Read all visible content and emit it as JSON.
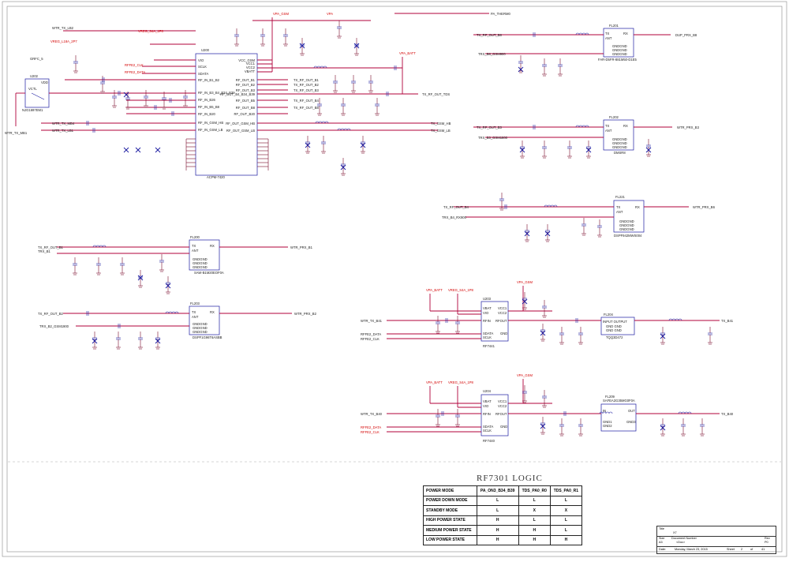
{
  "logic_title": "RF7301 LOGIC",
  "logic_table": {
    "headers": [
      "POWER MODE",
      "PA_ON3_B34_B39",
      "TDS_PA0_R0",
      "TDS_PA0_R1"
    ],
    "rows": [
      {
        "mode": "POWER DOWN MODE",
        "v1": "L",
        "v2": "L",
        "v3": "L"
      },
      {
        "mode": "STANDBY MODE",
        "v1": "L",
        "v2": "X",
        "v3": "X"
      },
      {
        "mode": "HIGH POWER STATE",
        "v1": "H",
        "v2": "L",
        "v3": "L"
      },
      {
        "mode": "MEDIUM POWER STATE",
        "v1": "H",
        "v2": "H",
        "v3": "L"
      },
      {
        "mode": "LOW POWER STATE",
        "v1": "H",
        "v2": "H",
        "v3": "H"
      }
    ]
  },
  "title_block": {
    "title_label": "Title",
    "title_value": "X7",
    "size_label": "Size",
    "size_value": "A3",
    "doc_label": "Document Number",
    "doc_value": "<Doc>",
    "rev_label": "Rev",
    "rev_value": "P0",
    "date_label": "Date:",
    "date_value": "Monday, March 23, 2015",
    "sheet_label": "Sheet",
    "sheet_value": "2",
    "of_label": "of",
    "of_value": "41"
  },
  "chips": {
    "u200": {
      "ref": "U200",
      "part": "ACPM-7420"
    },
    "u202": {
      "ref": "U202",
      "part": "NJG1697EM1"
    },
    "u203": {
      "ref": "U203",
      "part": "RF7441"
    },
    "u204": {
      "ref": "U204",
      "part": "RF7440"
    },
    "fl201": {
      "ref": "FL201",
      "part": "FAR-D5FR-881M50-D1E5"
    },
    "fl202": {
      "ref": "FL202",
      "part": "DMSR8"
    },
    "fl221": {
      "ref": "FL221",
      "part": "DSPF942MWS004"
    },
    "fl200": {
      "ref": "FL200",
      "part": "SAW-B1M20EOF0A"
    },
    "fl203": {
      "ref": "FL203",
      "part": "DSPF1G96T6ASBB"
    },
    "fl204": {
      "ref": "FL204",
      "part": "TQQ3D472"
    },
    "fl209": {
      "ref": "FL209",
      "part": "SAFEA2G35MG0F0A"
    }
  },
  "nets": {
    "wtr_tx_lb2": "WTR_TX_LB2",
    "vreg_l18a": "VREG_L18A_2P7",
    "gpio_5": "GRFC_5",
    "wtr_tx_mb1": "WTR_TX_MB1",
    "rffe2_clk": "RFFE2_CLK",
    "rffe2_data": "RFFE2_DATA",
    "vreg_s4a": "VREG_S4A_1P8",
    "vpa_gsm": "VPA_GSM",
    "vpa": "VPA",
    "pa_therm0": "PA_THERM0",
    "tx_rf_out_b1": "TX_RF_OUT_B1",
    "tx_rf_out_b2": "TX_RF_OUT_B2",
    "tx_rf_out_b3": "TX_RF_OUT_B3",
    "tx_rf_out_b4": "TX_RF_OUT_B4",
    "tx_rf_out_b8": "TX_RF_OUT_B8",
    "tx_rf_out_tds": "TX_RF_OUT_TDS",
    "tx_gsm_hb": "TX_GSM_HB",
    "tx_gsm_lb": "TX_GSM_LB",
    "vpa_batt": "VPA_BATT",
    "wtr_tx_mb4": "WTR_TX_MB4",
    "wtr_tx_lb1": "WTR_TX_LB1",
    "dup_prx_b8": "DUP_PRX_B8",
    "trx_b8_gsm900": "TRX_B8_GSM900",
    "trx_b3_gsm1800": "TRX_B3_GSM1800",
    "wtr_prx_b3": "WTR_PRX_B3",
    "trx_b4_rx900": "TRX_B4_RX900",
    "wtr_prx_b6": "WTR_PRX_B6",
    "trx_b1": "TRX_B1",
    "wtr_prx_b1": "WTR_PRX_B1",
    "trx_b2_gsm1900": "TRX_B2_GSM1900",
    "wtr_prx_b2": "WTR_PRX_B2",
    "wtr_tx_b41": "WTR_TX_B41",
    "tx_b41": "TX_B41",
    "wtr_tx_b40": "WTR_TX_B40",
    "tx_b40": "TX_B40",
    "rffe2_data_b": "RFFE2_DATA",
    "rffe2_clk_b": "RFFE2_CLK"
  },
  "pins": {
    "u200_left": [
      "VIO",
      "SCLK",
      "SDATA",
      "RF_IN_B1_B2",
      "RF_IN_B3_B4_B34_B39",
      "RF_IN_B26",
      "RF_IN_B5_B8",
      "RF_IN_B20",
      "RF_IN_GSM_HB",
      "RF_IN_GSM_LB"
    ],
    "u200_right": [
      "VCC_GSM",
      "VCC1",
      "VCC2",
      "VBATT",
      "RF_OUT_B1",
      "RF_OUT_B2",
      "RF_OUT_B3",
      "RF_OUT_B4_B34_B39",
      "RF_OUT_B5",
      "RF_OUT_B8",
      "RF_OUT_B20",
      "RF_OUT_GSM_HB",
      "RF_OUT_GSM_LB"
    ]
  }
}
